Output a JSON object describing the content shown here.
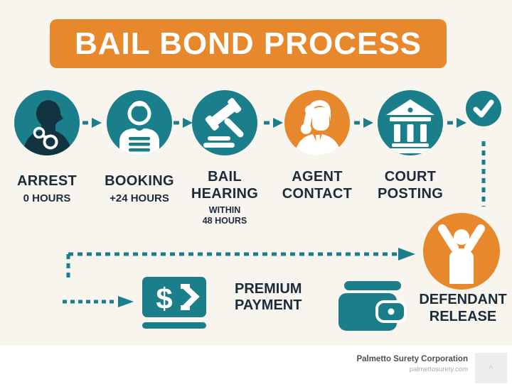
{
  "title": "BAIL BOND PROCESS",
  "steps": [
    {
      "name": "arrest",
      "label_lines": [
        "ARREST"
      ],
      "sub_lines": [
        "0 HOURS"
      ],
      "icon": "handcuffs-icon"
    },
    {
      "name": "booking",
      "label_lines": [
        "BOOKING"
      ],
      "sub_lines": [
        "+24 HOURS"
      ],
      "icon": "mugshot-icon"
    },
    {
      "name": "bail-hearing",
      "label_lines": [
        "BAIL",
        "HEARING"
      ],
      "sub_lines": [
        "WITHIN",
        "48 HOURS"
      ],
      "icon": "gavel-icon"
    },
    {
      "name": "agent-contact",
      "label_lines": [
        "AGENT",
        "CONTACT"
      ],
      "sub_lines": [],
      "icon": "agent-phone-icon"
    },
    {
      "name": "court-posting",
      "label_lines": [
        "COURT",
        "POSTING"
      ],
      "sub_lines": [],
      "icon": "courthouse-icon"
    }
  ],
  "check_step": {
    "icon": "checkmark-icon"
  },
  "payment": {
    "label_lines": [
      "PREMIUM",
      "PAYMENT"
    ],
    "icons": [
      "cash-icon",
      "wallet-icon"
    ]
  },
  "release": {
    "label_lines": [
      "DEFENDANT",
      "RELEASE"
    ],
    "icon": "celebrating-person-icon"
  },
  "footer": {
    "company": "Palmetto Surety Corporation",
    "website": "palmettosurety.com"
  },
  "colors": {
    "teal": "#1A7F8B",
    "orange": "#E8882C",
    "silhouette_navy": "#123340",
    "text": "#1B2B3B",
    "background": "#F8F5EF",
    "footer_background": "#FFFFFF"
  }
}
